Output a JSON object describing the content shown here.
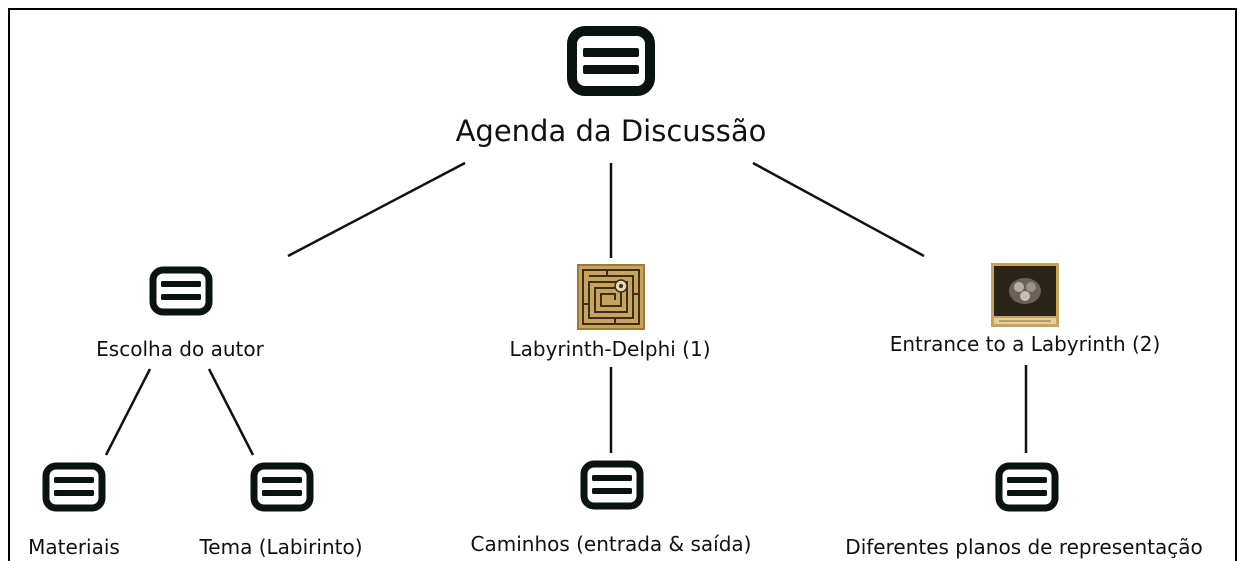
{
  "map": {
    "root": {
      "label": "Agenda da Discussão",
      "icon": "note-icon"
    },
    "topics": [
      {
        "label": "Escolha do autor",
        "icon": "note-icon"
      },
      {
        "label": "Labyrinth-Delphi (1)",
        "icon": "labyrinth-image-icon"
      },
      {
        "label": "Entrance to a Labyrinth (2)",
        "icon": "painting-image-icon"
      }
    ],
    "leaves": [
      {
        "label": "Materiais",
        "icon": "note-icon"
      },
      {
        "label": "Tema (Labirinto)",
        "icon": "note-icon"
      },
      {
        "label": "Caminhos (entrada & saída)",
        "icon": "note-icon"
      },
      {
        "label": "Diferentes planos de representação",
        "icon": "note-icon"
      }
    ]
  },
  "colors": {
    "icon_stroke": "#0a140f",
    "icon_fill": "#ffffff",
    "line": "#111111",
    "thumb_gold": "#c8a35c",
    "thumb_dark": "#2b2419"
  }
}
